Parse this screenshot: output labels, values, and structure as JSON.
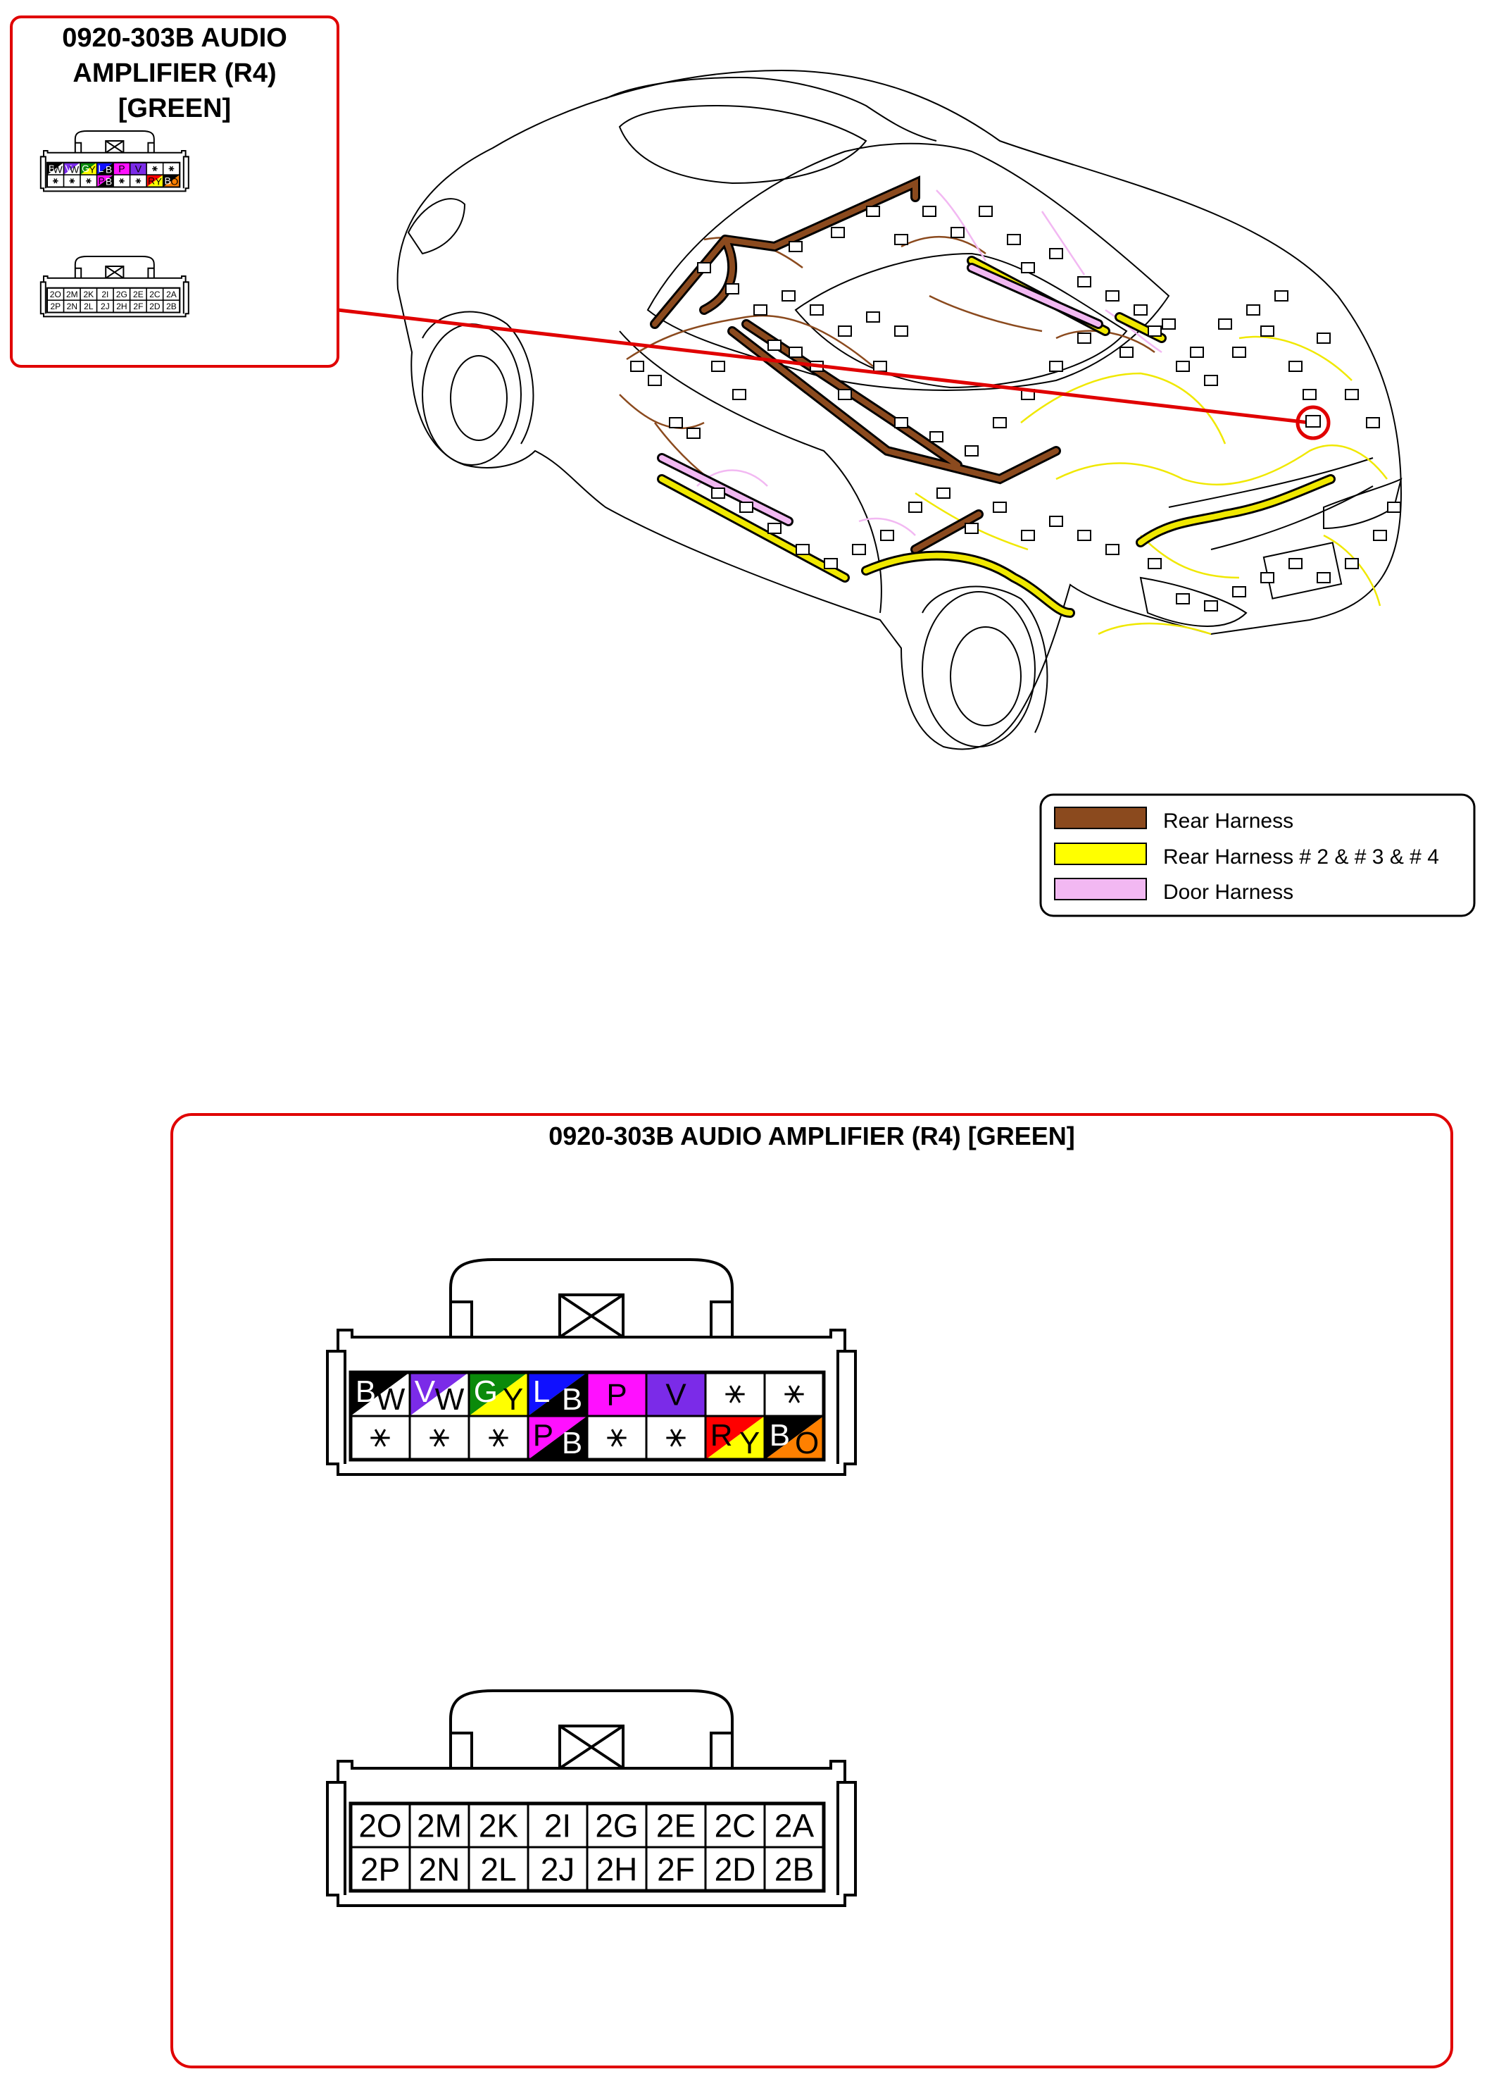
{
  "inset_box": {
    "title_lines": [
      "0920-303B  AUDIO",
      "AMPLIFIER (R4)",
      "[GREEN]"
    ]
  },
  "legend": {
    "items": [
      {
        "label": "Rear Harness",
        "color": "#8B4A1E"
      },
      {
        "label": "Rear Harness # 2 & # 3 & # 4",
        "color": "#FFFF00"
      },
      {
        "label": "Door Harness",
        "color": "#F2B8F2"
      }
    ]
  },
  "detail_box": {
    "title": "0920-303B  AUDIO AMPLIFIER (R4) [GREEN]"
  },
  "wire_colors": {
    "B": "#000000",
    "W": "#FFFFFF",
    "V": "#7B2BE8",
    "G": "#0A8A0A",
    "Y": "#FFFF00",
    "L": "#1010FF",
    "P": "#FF10FF",
    "R": "#FF0000",
    "O": "#FF8000"
  },
  "connector_colors": {
    "top_row": [
      {
        "primary": "B",
        "secondary": "W"
      },
      {
        "primary": "V",
        "secondary": "W"
      },
      {
        "primary": "G",
        "secondary": "Y"
      },
      {
        "primary": "L",
        "secondary": "B"
      },
      {
        "primary": "P",
        "secondary": ""
      },
      {
        "primary": "V",
        "secondary": ""
      },
      {
        "primary": "*",
        "secondary": ""
      },
      {
        "primary": "*",
        "secondary": ""
      }
    ],
    "bottom_row": [
      {
        "primary": "*",
        "secondary": ""
      },
      {
        "primary": "*",
        "secondary": ""
      },
      {
        "primary": "*",
        "secondary": ""
      },
      {
        "primary": "P",
        "secondary": "B"
      },
      {
        "primary": "*",
        "secondary": ""
      },
      {
        "primary": "*",
        "secondary": ""
      },
      {
        "primary": "R",
        "secondary": "Y"
      },
      {
        "primary": "B",
        "secondary": "O"
      }
    ]
  },
  "connector_pins": {
    "top_row": [
      "2O",
      "2M",
      "2K",
      "2I",
      "2G",
      "2E",
      "2C",
      "2A"
    ],
    "bottom_row": [
      "2P",
      "2N",
      "2L",
      "2J",
      "2H",
      "2F",
      "2D",
      "2B"
    ]
  },
  "icons": {
    "latch": "latch-cross-icon",
    "unused_pin": "asterisk-icon"
  }
}
